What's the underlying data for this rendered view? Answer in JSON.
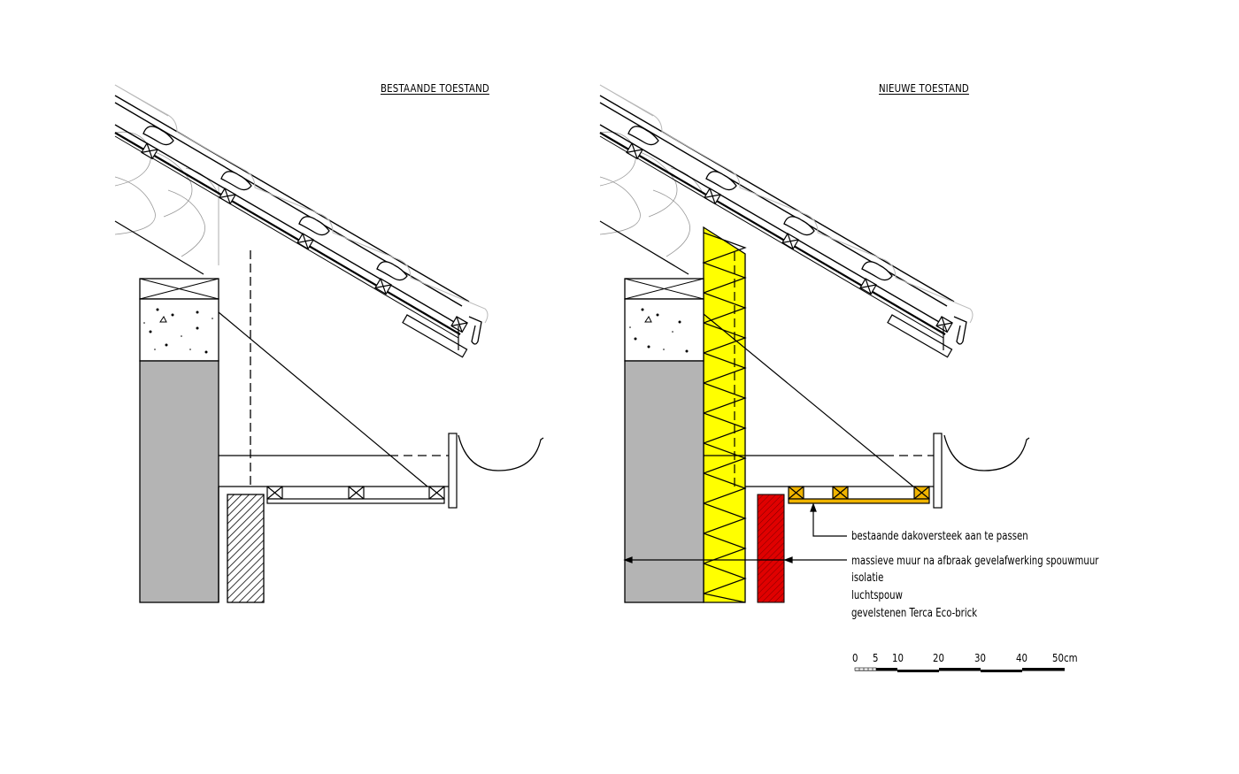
{
  "drawing": {
    "left": {
      "title": "BESTAANDE TOESTAND"
    },
    "right": {
      "title": "NIEUWE TOESTAND",
      "annotations": [
        "bestaande dakoversteek aan te passen",
        "massieve muur na afbraak gevelafwerking spouwmuur",
        "isolatie",
        "luchtspouw",
        "gevelstenen Terca Eco-brick"
      ]
    },
    "scale_bar": {
      "ticks": [
        "0",
        "5",
        "10",
        "20",
        "30",
        "40",
        "50cm"
      ]
    },
    "colors": {
      "masonry_grey": "#b4b4b4",
      "insulation_yellow": "#ffff00",
      "brick_red": "#e00000",
      "timber_orange": "#f0b400",
      "line": "#000000"
    }
  }
}
